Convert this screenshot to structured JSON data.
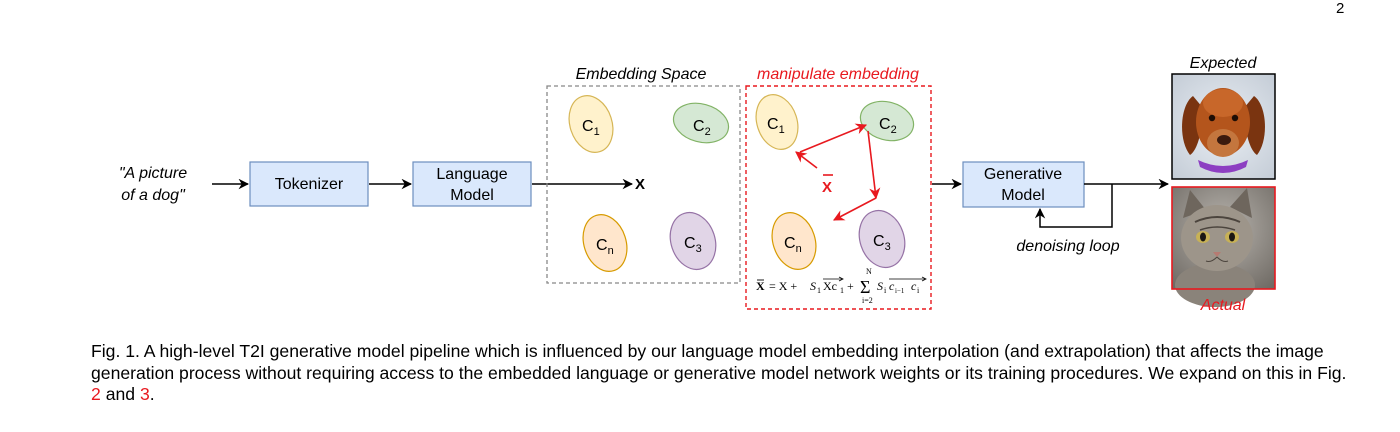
{
  "page_number": "2",
  "figure": {
    "input_prompt_line1": "\"A picture",
    "input_prompt_line2": "of a dog\"",
    "tokenizer_label": "Tokenizer",
    "language_model_line1": "Language",
    "language_model_line2": "Model",
    "embedding_space_title": "Embedding Space",
    "manipulate_title": "manipulate embedding",
    "concept_1": "C",
    "concept_1_sub": "1",
    "concept_2": "C",
    "concept_2_sub": "2",
    "concept_3": "C",
    "concept_3_sub": "3",
    "concept_n": "C",
    "concept_n_sub": "n",
    "embedding_x": "X",
    "manipulated_x": "X",
    "generative_model_line1": "Generative",
    "generative_model_line2": "Model",
    "denoising_loop": "denoising loop",
    "expected_label": "Expected",
    "actual_label": "Actual",
    "formula": {
      "lhs": "X",
      "eq": "= X +",
      "s1": "S",
      "s1_sub": "1",
      "vec1": "Xc",
      "vec1_sub": "1",
      "plus": "+",
      "sum_top": "N",
      "sum_bottom": "i=2",
      "si": "S",
      "si_sub": "i",
      "vec2_a": "c",
      "vec2_a_sub": "i−1",
      "vec2_b": "c",
      "vec2_b_sub": "i"
    },
    "colors": {
      "box_fill": "#dae8fc",
      "box_stroke": "#6c8ebf",
      "c1_fill": "#fff2cc",
      "c1_stroke": "#d6b656",
      "c2_fill": "#d5e8d4",
      "c2_stroke": "#82b366",
      "c3_fill": "#e1d5e7",
      "c3_stroke": "#9673a6",
      "cn_fill": "#ffe6cc",
      "cn_stroke": "#d79b00",
      "red": "#e8191f"
    }
  },
  "caption": {
    "text_main": "Fig. 1. A high-level T2I generative model pipeline which is influenced by our language model embedding interpolation (and extrapolation) that affects the image generation process without requiring access to the embedded language or generative model network weights or its training procedures. We expand on this in Fig.",
    "ref_a": "2",
    "and_word": "and",
    "ref_b": "3",
    "end": "."
  }
}
